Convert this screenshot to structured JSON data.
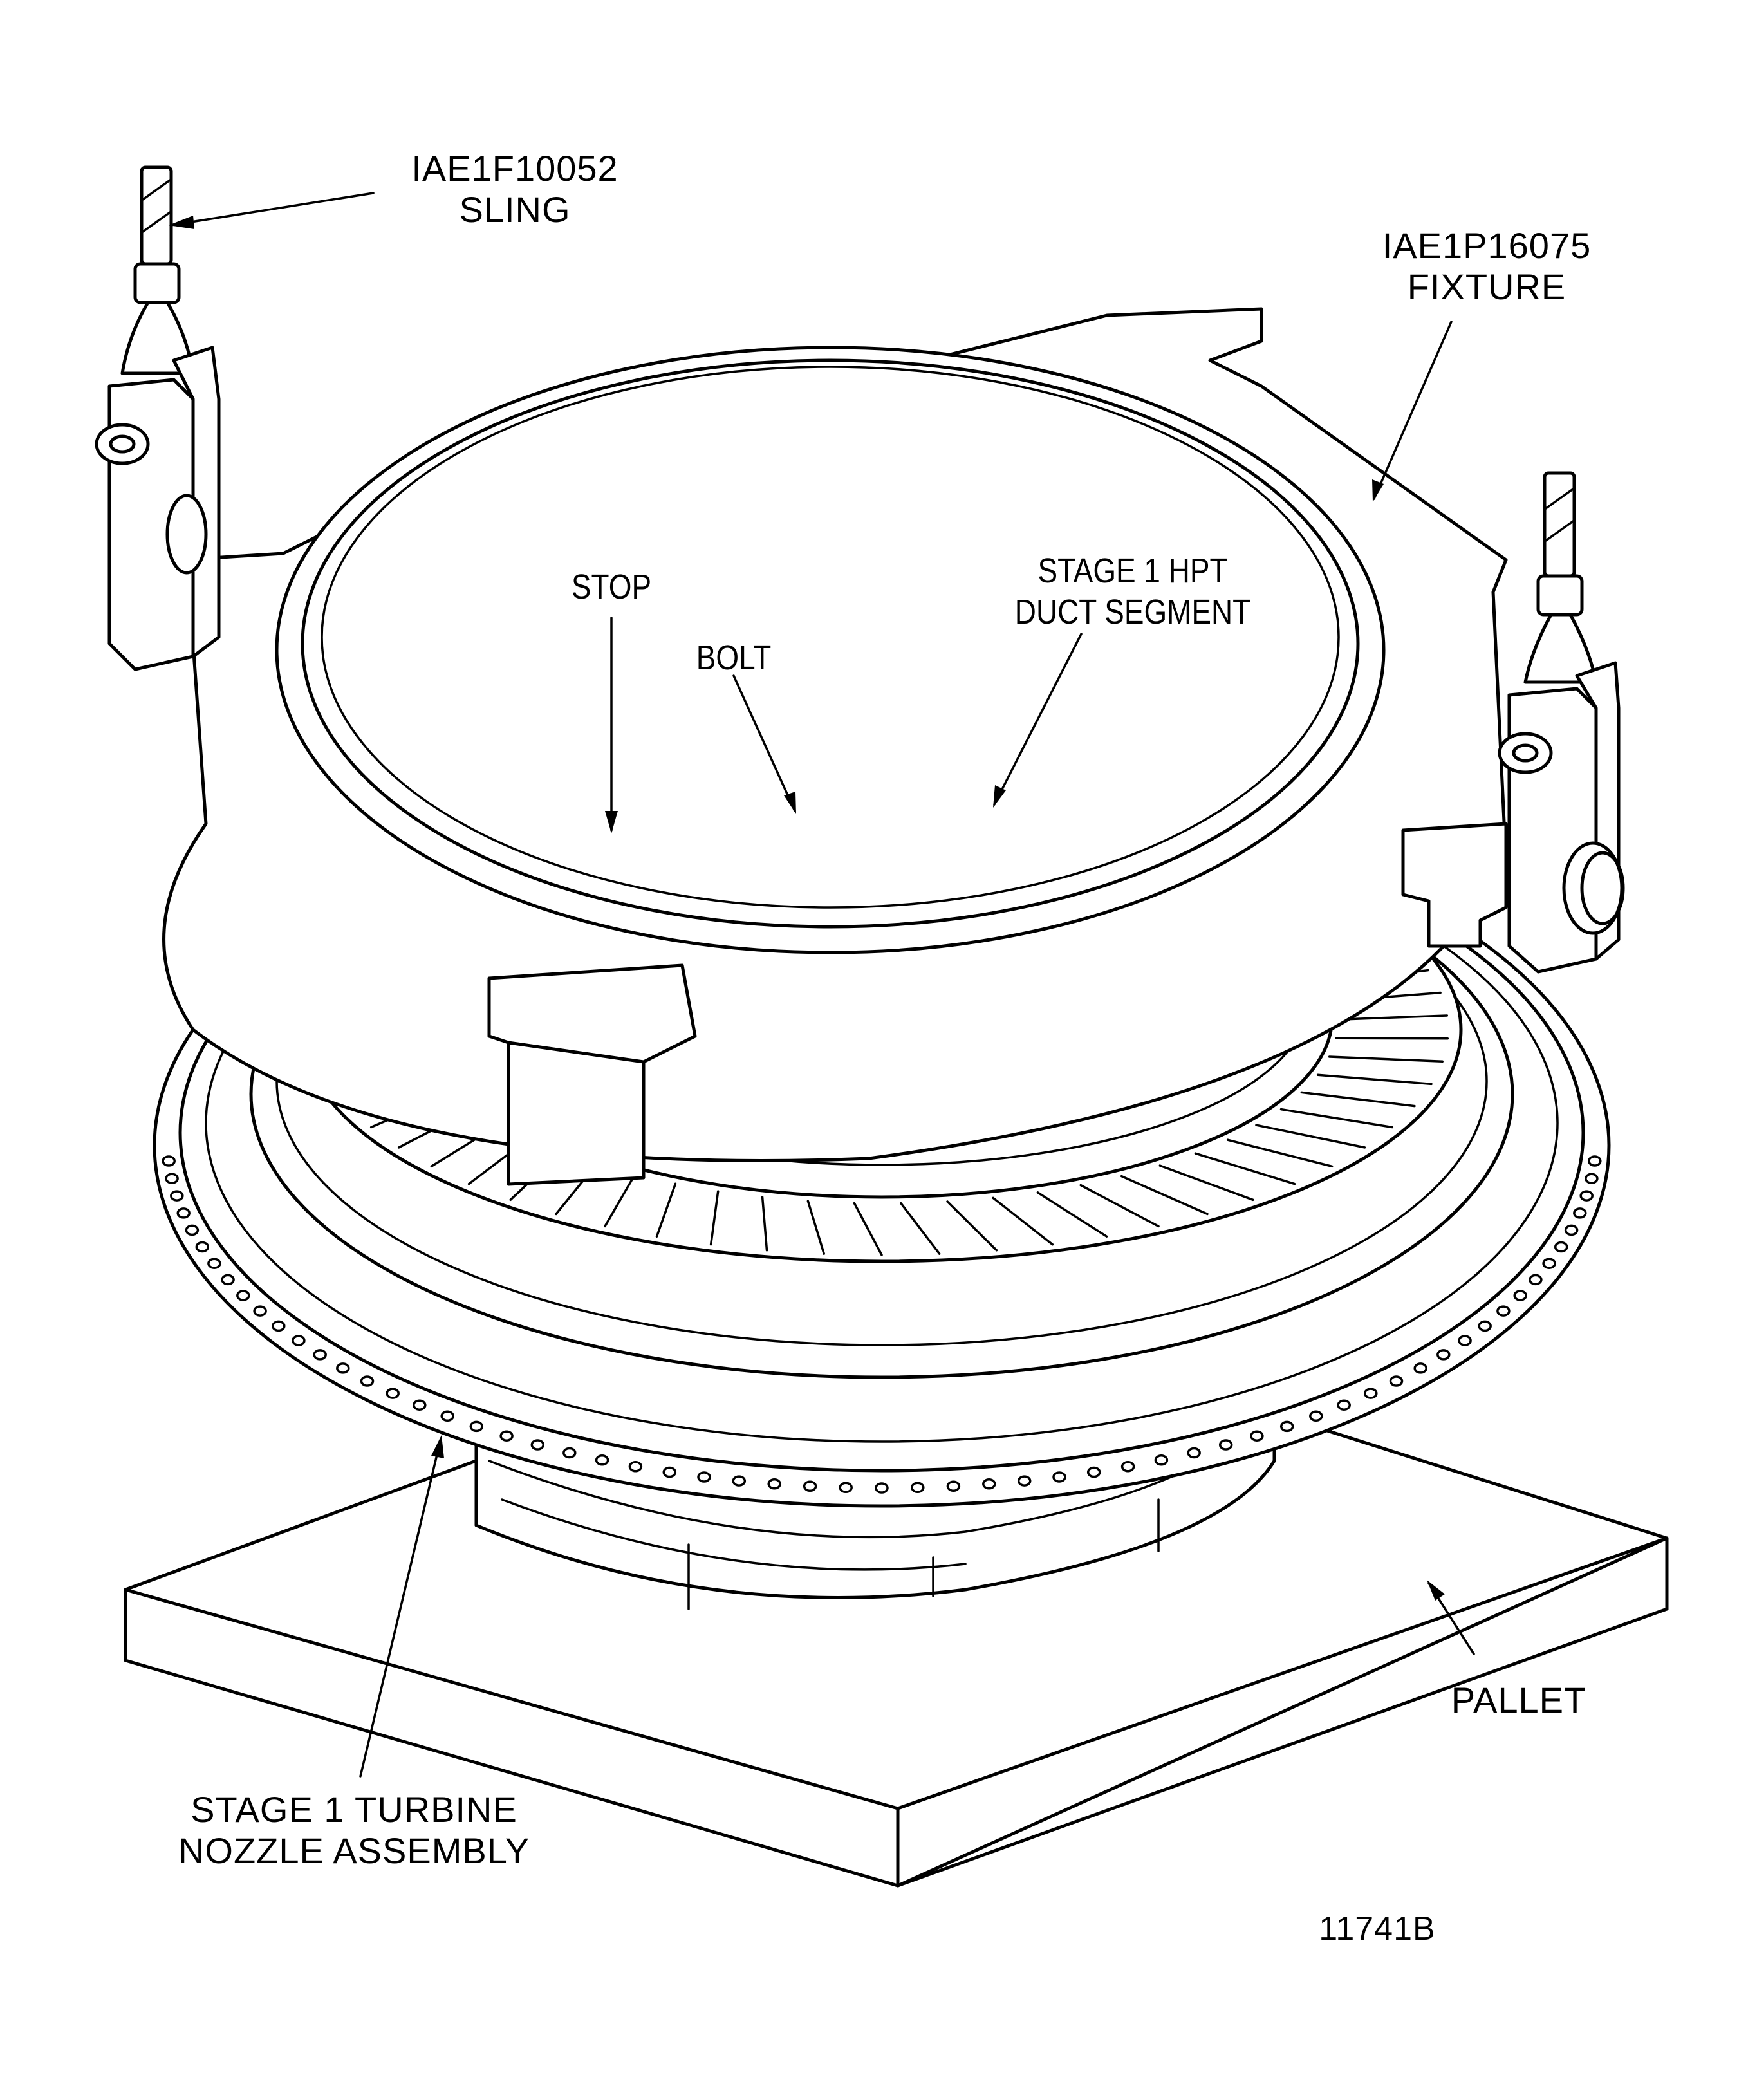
{
  "figure": {
    "id": "11741B",
    "subject": "Stage 1 turbine nozzle assembly lifted with fixture and sling onto pallet"
  },
  "labels": {
    "sling": {
      "line1": "IAE1F10052",
      "line2": "SLING"
    },
    "fixture": {
      "line1": "IAE1P16075",
      "line2": "FIXTURE"
    },
    "stop": "STOP",
    "bolt": "BOLT",
    "duct_segment": {
      "line1": "STAGE 1 HPT",
      "line2": "DUCT SEGMENT"
    },
    "pallet": "PALLET",
    "nozzle_assembly": {
      "line1": "STAGE 1 TURBINE",
      "line2": "NOZZLE ASSEMBLY"
    }
  },
  "colors": {
    "ink": "#000000",
    "paper": "#ffffff"
  }
}
